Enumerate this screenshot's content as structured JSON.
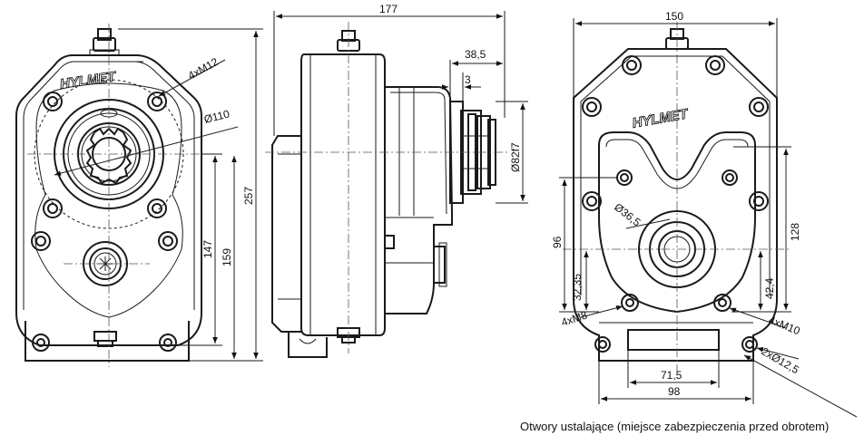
{
  "brand": "HYLMET",
  "front_view": {
    "dimensions": {
      "holes": "4xM12",
      "flange_dia": "Ø110",
      "height_a": "147",
      "height_b": "159",
      "height_total": "257"
    }
  },
  "side_view": {
    "dimensions": {
      "length": "177",
      "shaft_length": "38,5",
      "step": "3",
      "shaft_dia": "Ø82f7"
    }
  },
  "rear_view": {
    "dimensions": {
      "width": "150",
      "bore_dia": "Ø36,5",
      "height_96": "96",
      "height_128": "128",
      "offset_left": "32,35",
      "offset_right": "42,4",
      "holes_left": "4xM8",
      "holes_right": "4xM10",
      "mount_holes": "2xØ12,5",
      "spacing_inner": "71,5",
      "spacing_outer": "98"
    }
  },
  "note": "Otwory ustalające (miejsce zabezpieczenia przed obrotem)"
}
